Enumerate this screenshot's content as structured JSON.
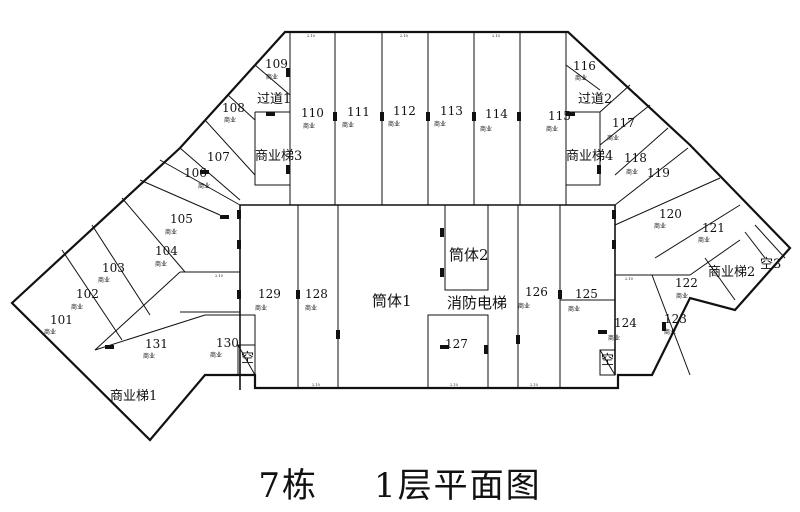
{
  "drawing": {
    "title_building": "7栋",
    "title_floor": "1层平面图"
  },
  "tag_text": "商业",
  "dim_text": "2.10",
  "labels": {
    "u101": "101",
    "u102": "102",
    "u103": "103",
    "u104": "104",
    "u105": "105",
    "u106": "106",
    "u107": "107",
    "u108": "108",
    "u109": "109",
    "u110": "110",
    "u111": "111",
    "u112": "112",
    "u113": "113",
    "u114": "114",
    "u115": "115",
    "u116": "116",
    "u117": "117",
    "u118": "118",
    "u119": "119",
    "u120": "120",
    "u121": "121",
    "u122": "122",
    "u123": "123",
    "u124": "124",
    "u125": "125",
    "u126": "126",
    "u127": "127",
    "u128": "128",
    "u129": "129",
    "u130": "130",
    "u131": "131",
    "core1": "筒体1",
    "core2": "筒体2",
    "fire_elevator": "消防电梯",
    "stair1": "商业梯1",
    "stair2": "商业梯2",
    "stair3": "商业梯3",
    "stair4": "商业梯4",
    "passage1": "过道1",
    "passage2": "过道2",
    "void1": "空",
    "void2": "空",
    "void3": "空3"
  }
}
